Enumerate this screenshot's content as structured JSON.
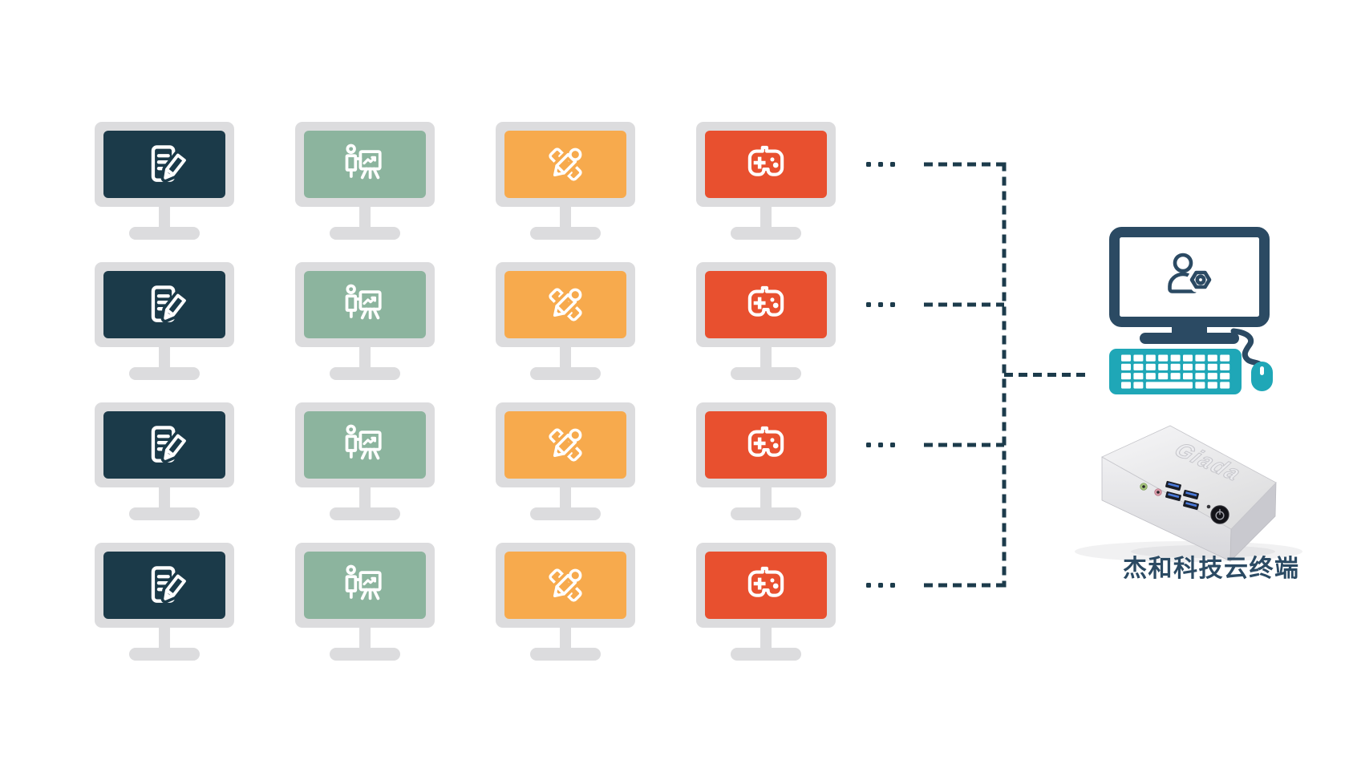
{
  "diagram": {
    "background": "#FFFFFF",
    "workstation_grid": {
      "rows": 4,
      "ellipsis": "...",
      "monitor_frame_color": "#DCDCDE",
      "columns": [
        {
          "id": "document",
          "icon": "document-edit-icon",
          "screen_color": "#1B3A49"
        },
        {
          "id": "presentation",
          "icon": "presentation-chart-icon",
          "screen_color": "#8CB49E"
        },
        {
          "id": "design",
          "icon": "ruler-pencil-icon",
          "screen_color": "#F7AA4D"
        },
        {
          "id": "gaming",
          "icon": "gamepad-icon",
          "screen_color": "#E8502F"
        }
      ]
    },
    "connections": {
      "style": "dashed",
      "color": "#1C3B4B"
    },
    "terminal_station": {
      "monitor_icon": "user-gear-icon",
      "monitor_color": "#2B4A63",
      "peripheral_color": "#1FA7B7"
    },
    "device": {
      "logo": "Giada",
      "caption": "杰和科技云终端",
      "caption_color": "#2B4A63"
    }
  }
}
